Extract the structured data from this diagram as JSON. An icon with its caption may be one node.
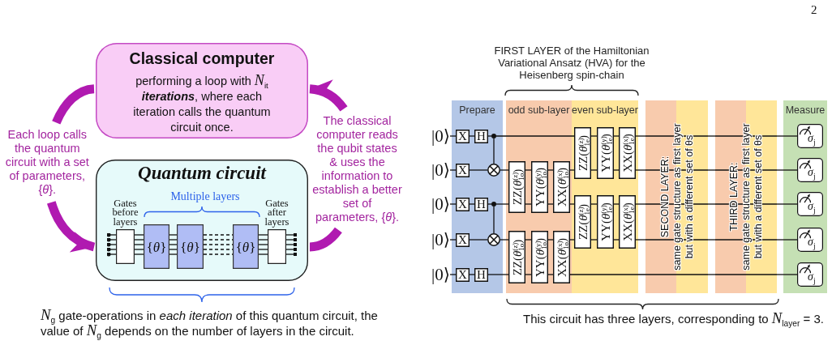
{
  "diagram": {
    "nodes": [
      {
        "text": [
          "Classical computer",
          "performing a loop with *N*$_{it}$ **iterations**, where each iteration calls the quantum circuit once."
        ]
      },
      {
        "text": [
          "Quantum circuit"
        ]
      },
      {
        "text": [
          "Gates before layers"
        ],
        "in": 1
      },
      {
        "text": [
          "{*θ*}"
        ],
        "in": 1
      },
      {
        "text": [
          "{*θ*}"
        ],
        "in": 1
      },
      {
        "text": [
          "{*θ*}"
        ],
        "in": 1
      },
      {
        "text": [
          "Gates after layers"
        ],
        "in": 1
      },
      {
        "text": [
          "Prepare"
        ]
      },
      {
        "text": [
          "odd sub-layer"
        ]
      },
      {
        "text": [
          "even sub-layer"
        ]
      },
      {
        "text": [
          "SECOND LAYER:",
          "same gate structure as first layer but with a different set of θs"
        ]
      },
      {
        "text": [
          "THIRD LAYER:",
          "same gate structure as first layer but with a different set of θs"
        ]
      },
      {
        "text": [
          "Measure"
        ]
      },
      {
        "text": [
          "|0⟩"
        ]
      },
      {
        "text": [
          "|0⟩"
        ]
      },
      {
        "text": [
          "|0⟩"
        ]
      },
      {
        "text": [
          "|0⟩"
        ]
      },
      {
        "text": [
          "|0⟩"
        ]
      },
      {
        "text": [
          "X"
        ],
        "in": 7
      },
      {
        "text": [
          "H"
        ],
        "in": 7
      },
      {
        "text": [],
        "shape": "dot",
        "in": 7
      },
      {
        "text": [
          "X"
        ],
        "in": 7
      },
      {
        "text": [],
        "shape": "circle",
        "in": 7
      },
      {
        "text": [
          "X"
        ],
        "in": 7
      },
      {
        "text": [
          "H"
        ],
        "in": 7
      },
      {
        "text": [],
        "shape": "dot",
        "in": 7
      },
      {
        "text": [
          "X"
        ],
        "in": 7
      },
      {
        "text": [],
        "shape": "circle",
        "in": 7
      },
      {
        "text": [
          "X"
        ],
        "in": 7
      },
      {
        "text": [
          "H"
        ],
        "in": 7
      },
      {
        "text": [
          "ZZ(*θ*$^{(z)}$$_{1o}$)"
        ],
        "in": 8
      },
      {
        "text": [
          "YY(*θ*$^{(y)}$$_{1o}$)"
        ],
        "in": 8
      },
      {
        "text": [
          "XX(*θ*$^{(x)}$$_{1o}$)"
        ],
        "in": 8
      },
      {
        "text": [
          "ZZ(*θ*$^{(z)}$$_{1o}$)"
        ],
        "in": 8
      },
      {
        "text": [
          "YY(*θ*$^{(y)}$$_{1o}$)"
        ],
        "in": 8
      },
      {
        "text": [
          "XX(*θ*$^{(x)}$$_{1o}$)"
        ],
        "in": 8
      },
      {
        "text": [
          "ZZ(*θ*$^{(z)}$$_{1e}$)"
        ],
        "in": 9
      },
      {
        "text": [
          "YY(*θ*$^{(y)}$$_{1e}$)"
        ],
        "in": 9
      },
      {
        "text": [
          "XX(*θ*$^{(x)}$$_{1e}$)"
        ],
        "in": 9
      },
      {
        "text": [
          "ZZ(*θ*$^{(z)}$$_{1e}$)"
        ],
        "in": 9
      },
      {
        "text": [
          "YY(*θ*$^{(y)}$$_{1e}$)"
        ],
        "in": 9
      },
      {
        "text": [
          "XX(*θ*$^{(x)}$$_{1e}$)"
        ],
        "in": 9
      },
      {
        "text": [
          "*σ*$_{j}$"
        ],
        "in": 12
      },
      {
        "text": [
          "*σ*$_{j}$"
        ],
        "in": 12
      },
      {
        "text": [
          "*σ*$_{j}$"
        ],
        "in": 12
      },
      {
        "text": [
          "*σ*$_{j}$"
        ],
        "in": 12
      },
      {
        "text": [
          "*σ*$_{j}$"
        ],
        "in": 12
      }
    ],
    "edges": [
      {
        "from": 0,
        "to": 1,
        "arrow": "to",
        "label": "Each loop calls the quantum circuit with a set of parameters, {*θ*}.",
        "style": "thick",
        "color": "#b01ab0"
      },
      {
        "from": 1,
        "to": 0,
        "arrow": "to",
        "label": "The classical computer reads the qubit states & uses the information to establish a better set of parameters, {*θ*}.",
        "style": "thick",
        "color": "#b01ab0"
      },
      {
        "from": null,
        "to": 2,
        "arrow": "other"
      },
      {
        "from": null,
        "to": 2,
        "arrow": "other"
      },
      {
        "from": null,
        "to": 2,
        "arrow": "other"
      },
      {
        "from": null,
        "to": 2,
        "arrow": "other"
      },
      {
        "from": null,
        "to": 2,
        "arrow": "other"
      },
      {
        "from": 2,
        "to": 3,
        "arrow": "none"
      },
      {
        "from": 2,
        "to": 3,
        "arrow": "none"
      },
      {
        "from": 2,
        "to": 3,
        "arrow": "none"
      },
      {
        "from": 2,
        "to": 3,
        "arrow": "none"
      },
      {
        "from": 2,
        "to": 3,
        "arrow": "none"
      },
      {
        "from": 3,
        "to": 4,
        "arrow": "none"
      },
      {
        "from": 3,
        "to": 4,
        "arrow": "none"
      },
      {
        "from": 3,
        "to": 4,
        "arrow": "none"
      },
      {
        "from": 3,
        "to": 4,
        "arrow": "none"
      },
      {
        "from": 3,
        "to": 4,
        "arrow": "none"
      },
      {
        "from": 4,
        "to": 5,
        "arrow": "none",
        "style": "dashed"
      },
      {
        "from": 4,
        "to": 5,
        "arrow": "none",
        "style": "dashed"
      },
      {
        "from": 4,
        "to": 5,
        "arrow": "none",
        "style": "dashed"
      },
      {
        "from": 4,
        "to": 5,
        "arrow": "none",
        "style": "dashed"
      },
      {
        "from": 4,
        "to": 5,
        "arrow": "none",
        "style": "dashed"
      },
      {
        "from": 5,
        "to": 6,
        "arrow": "none"
      },
      {
        "from": 5,
        "to": 6,
        "arrow": "none"
      },
      {
        "from": 5,
        "to": 6,
        "arrow": "none"
      },
      {
        "from": 5,
        "to": 6,
        "arrow": "none"
      },
      {
        "from": 5,
        "to": 6,
        "arrow": "none"
      },
      {
        "from": 6,
        "to": null,
        "arrow": "other"
      },
      {
        "from": 6,
        "to": null,
        "arrow": "other"
      },
      {
        "from": 6,
        "to": null,
        "arrow": "other"
      },
      {
        "from": 6,
        "to": null,
        "arrow": "other"
      },
      {
        "from": 6,
        "to": null,
        "arrow": "other"
      },
      {
        "from": 13,
        "to": 18,
        "arrow": "none"
      },
      {
        "from": 18,
        "to": 19,
        "arrow": "none"
      },
      {
        "from": 19,
        "to": 20,
        "arrow": "none"
      },
      {
        "from": 20,
        "to": 36,
        "arrow": "none"
      },
      {
        "from": 36,
        "to": 37,
        "arrow": "none"
      },
      {
        "from": 37,
        "to": 38,
        "arrow": "none"
      },
      {
        "from": 38,
        "to": 10,
        "arrow": "none"
      },
      {
        "from": 10,
        "to": 11,
        "arrow": "none"
      },
      {
        "from": 11,
        "to": 42,
        "arrow": "none"
      },
      {
        "from": 14,
        "to": 21,
        "arrow": "none"
      },
      {
        "from": 21,
        "to": 22,
        "arrow": "none"
      },
      {
        "from": 22,
        "to": 30,
        "arrow": "none"
      },
      {
        "from": 30,
        "to": 31,
        "arrow": "none"
      },
      {
        "from": 31,
        "to": 32,
        "arrow": "none"
      },
      {
        "from": 32,
        "to": 36,
        "arrow": "none"
      },
      {
        "from": 36,
        "to": 37,
        "arrow": "none"
      },
      {
        "from": 37,
        "to": 38,
        "arrow": "none"
      },
      {
        "from": 38,
        "to": 10,
        "arrow": "none"
      },
      {
        "from": 10,
        "to": 11,
        "arrow": "none"
      },
      {
        "from": 11,
        "to": 43,
        "arrow": "none"
      },
      {
        "from": 15,
        "to": 23,
        "arrow": "none"
      },
      {
        "from": 23,
        "to": 24,
        "arrow": "none"
      },
      {
        "from": 24,
        "to": 25,
        "arrow": "none"
      },
      {
        "from": 25,
        "to": 30,
        "arrow": "none"
      },
      {
        "from": 30,
        "to": 31,
        "arrow": "none"
      },
      {
        "from": 31,
        "to": 32,
        "arrow": "none"
      },
      {
        "from": 32,
        "to": 39,
        "arrow": "none"
      },
      {
        "from": 39,
        "to": 40,
        "arrow": "none"
      },
      {
        "from": 40,
        "to": 41,
        "arrow": "none"
      },
      {
        "from": 41,
        "to": 10,
        "arrow": "none"
      },
      {
        "from": 10,
        "to": 11,
        "arrow": "none"
      },
      {
        "from": 11,
        "to": 44,
        "arrow": "none"
      },
      {
        "from": 16,
        "to": 26,
        "arrow": "none"
      },
      {
        "from": 26,
        "to": 27,
        "arrow": "none"
      },
      {
        "from": 27,
        "to": 33,
        "arrow": "none"
      },
      {
        "from": 33,
        "to": 34,
        "arrow": "none"
      },
      {
        "from": 34,
        "to": 35,
        "arrow": "none"
      },
      {
        "from": 35,
        "to": 39,
        "arrow": "none"
      },
      {
        "from": 39,
        "to": 40,
        "arrow": "none"
      },
      {
        "from": 40,
        "to": 41,
        "arrow": "none"
      },
      {
        "from": 41,
        "to": 10,
        "arrow": "none"
      },
      {
        "from": 10,
        "to": 11,
        "arrow": "none"
      },
      {
        "from": 11,
        "to": 45,
        "arrow": "none"
      },
      {
        "from": 17,
        "to": 28,
        "arrow": "none"
      },
      {
        "from": 28,
        "to": 29,
        "arrow": "none"
      },
      {
        "from": 29,
        "to": 33,
        "arrow": "none"
      },
      {
        "from": 33,
        "to": 34,
        "arrow": "none"
      },
      {
        "from": 34,
        "to": 35,
        "arrow": "none"
      },
      {
        "from": 35,
        "to": 10,
        "arrow": "none"
      },
      {
        "from": 10,
        "to": 11,
        "arrow": "none"
      },
      {
        "from": 11,
        "to": 46,
        "arrow": "none"
      },
      {
        "from": 20,
        "to": 22,
        "arrow": "none"
      },
      {
        "from": 25,
        "to": 27,
        "arrow": "none"
      }
    ],
    "labels": [
      "2",
      "FIRST LAYER of the Hamiltonian Variational Ansatz (HVA) for the Heisenberg spin-chain",
      "Multiple layers",
      "*N*$_{g}$ gate-operations in *each iteration* of this quantum circuit, the value of *N*$_{g}$ depends on the number of layers in the circuit.",
      "This circuit has three layers, corresponding to *N*$_{layer}$ = 3."
    ]
  }
}
